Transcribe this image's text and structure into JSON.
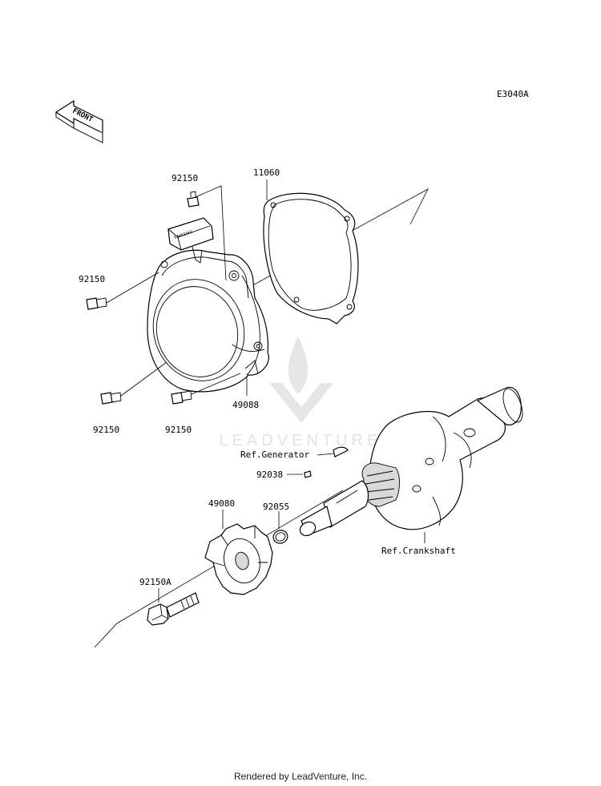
{
  "diagram_code": "E3040A",
  "front_label": "FRONT",
  "watermark_text": "LEADVENTURE",
  "recoil_brand": "KAWASAKI",
  "callouts": {
    "bolt_top": "92150",
    "gasket": "11060",
    "bolt_left": "92150",
    "cover": "49088",
    "bolt_bottom_left": "92150",
    "bolt_bottom_mid": "92150",
    "ref_generator": "Ref.Generator",
    "key": "92038",
    "pulley": "49080",
    "oring": "92055",
    "flange_bolt": "92150A",
    "ref_crankshaft": "Ref.Crankshaft"
  },
  "footer": "Rendered by LeadVenture, Inc."
}
